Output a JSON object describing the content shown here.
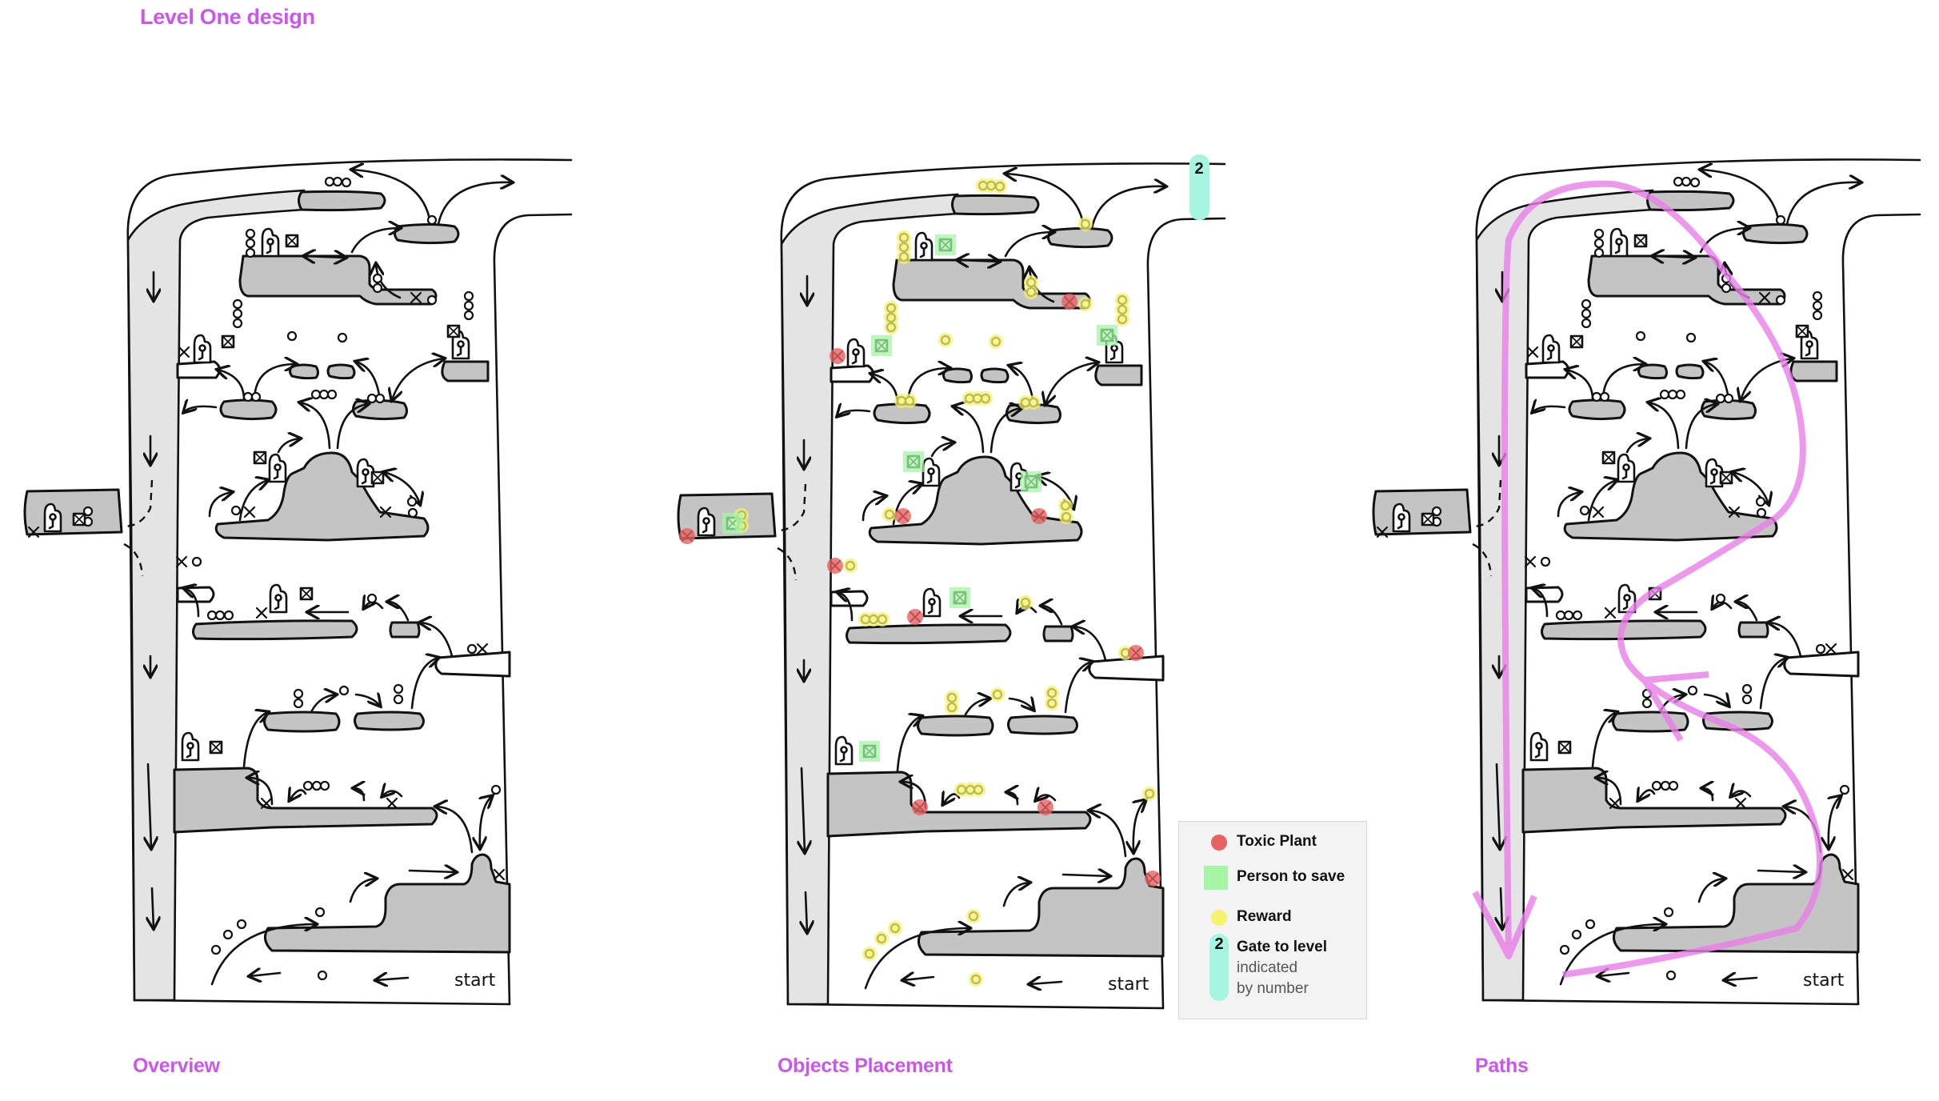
{
  "title": "Level One design",
  "captions": {
    "overview": "Overview",
    "objects": "Objects Placement",
    "paths": "Paths"
  },
  "sketch": {
    "start_label": "start",
    "gate_number": "2"
  },
  "legend": {
    "items": [
      {
        "icon": "toxic-plant-dot",
        "label": "Toxic Plant",
        "color": "#e86262"
      },
      {
        "icon": "person-square",
        "label": "Person to save",
        "color": "#a4f5a4"
      },
      {
        "icon": "reward-dot",
        "label": "Reward",
        "color": "#f5f26b"
      },
      {
        "icon": "gate-pill",
        "label": "Gate to level",
        "sublabel_1": "indicated",
        "sublabel_2": "by number",
        "number": "2",
        "color": "#a6f5e0"
      }
    ]
  },
  "colors": {
    "heading": "#cc55f0",
    "platform": "#c4c4c4",
    "shaft": "#e4e4e4",
    "path": "#e87de8"
  }
}
